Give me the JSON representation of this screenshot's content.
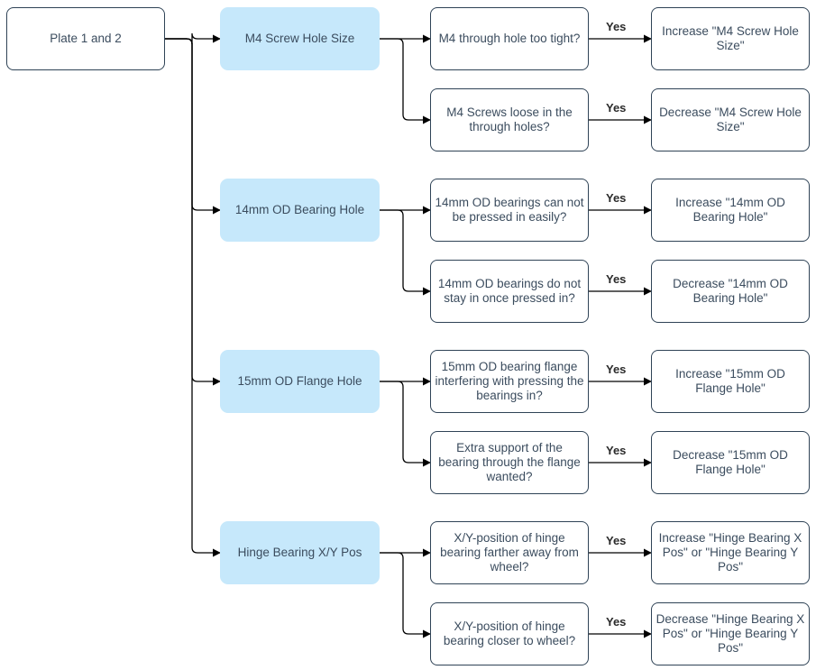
{
  "root": {
    "label": "Plate 1 and 2"
  },
  "yes_label": "Yes",
  "parameters": [
    {
      "label": "M4 Screw Hole Size",
      "questions": [
        {
          "question": "M4 through hole too tight?",
          "action": "Increase \"M4 Screw Hole Size\""
        },
        {
          "question": "M4 Screws loose in the through holes?",
          "action": "Decrease \"M4 Screw Hole Size\""
        }
      ]
    },
    {
      "label": "14mm OD Bearing Hole",
      "questions": [
        {
          "question": "14mm OD bearings can not be pressed in easily?",
          "action": "Increase \"14mm OD Bearing Hole\""
        },
        {
          "question": "14mm OD bearings do not stay in once pressed in?",
          "action": "Decrease \"14mm OD Bearing Hole\""
        }
      ]
    },
    {
      "label": "15mm OD Flange Hole",
      "questions": [
        {
          "question": "15mm OD bearing flange interfering with pressing the bearings in?",
          "action": "Increase \"15mm OD Flange Hole\""
        },
        {
          "question": "Extra support of the bearing through the flange wanted?",
          "action": "Decrease \"15mm OD Flange Hole\""
        }
      ]
    },
    {
      "label": "Hinge Bearing X/Y Pos",
      "questions": [
        {
          "question": "X/Y-position of hinge bearing farther away from wheel?",
          "action": "Increase \"Hinge Bearing X Pos\" or \"Hinge Bearing Y Pos\""
        },
        {
          "question": "X/Y-position of hinge bearing closer to wheel?",
          "action": "Decrease \"Hinge Bearing X Pos\" or \"Hinge Bearing Y Pos\""
        }
      ]
    }
  ],
  "colors": {
    "parameter_fill": "#c6e8fb",
    "border": "#2f4356",
    "text": "#3b4c5e",
    "connector": "#000000"
  }
}
